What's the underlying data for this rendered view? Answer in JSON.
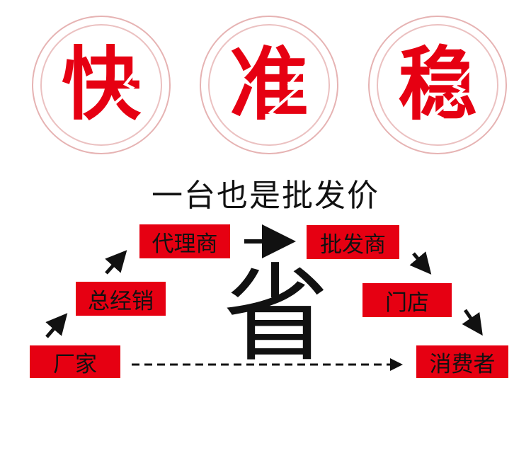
{
  "badges": [
    {
      "char": "快"
    },
    {
      "char": "准"
    },
    {
      "char": "稳"
    }
  ],
  "headline": "一台也是批发价",
  "center_char": "省",
  "nodes": {
    "factory": "厂家",
    "general_distributor": "总经销",
    "agent": "代理商",
    "wholesaler": "批发商",
    "store": "门店",
    "consumer": "消费者"
  },
  "colors": {
    "accent": "#e60012",
    "ring": "#e6b3b3",
    "text": "#111111"
  }
}
